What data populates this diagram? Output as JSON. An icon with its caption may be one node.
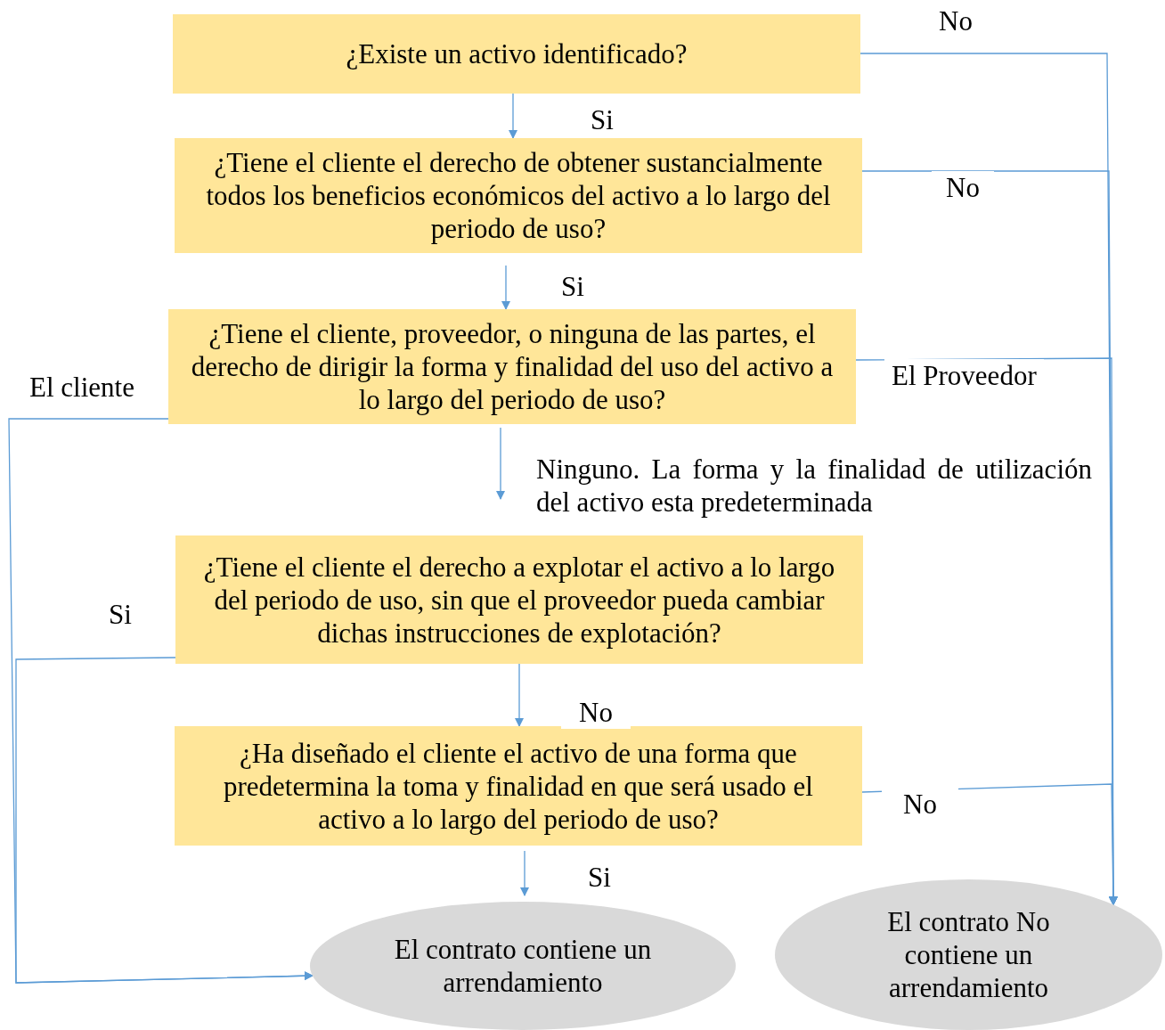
{
  "diagram": {
    "nodes": [
      {
        "text": [
          "¿Existe un activo identificado?"
        ]
      },
      {
        "text": [
          "¿Tiene el cliente el derecho de obtener sustancialmente todos los beneficios económicos del activo a lo largo del periodo de uso?"
        ]
      },
      {
        "text": [
          "¿Tiene el cliente, proveedor, o ninguna de las partes, el derecho de dirigir la forma y finalidad del uso del activo a lo largo del periodo de uso?"
        ]
      },
      {
        "text": [
          "¿Tiene el cliente el derecho a explotar el activo a lo largo del periodo de uso, sin que el proveedor pueda cambiar dichas instrucciones de explotación?"
        ]
      },
      {
        "text": [
          "¿Ha diseñado el cliente el activo de una forma que predetermina la toma y finalidad en que será usado el activo a lo largo del periodo de uso?"
        ]
      },
      {
        "text": [
          "El contrato contiene un arrendamiento"
        ]
      },
      {
        "text": [
          "El contrato No contiene un arrendamiento"
        ]
      }
    ],
    "edges": [
      {
        "from": 0,
        "to": 1,
        "arrow": "to",
        "label": "Si"
      },
      {
        "from": 1,
        "to": 2,
        "arrow": "to",
        "label": "Si"
      },
      {
        "from": 2,
        "to": 3,
        "arrow": "to",
        "label": "Ninguno. La forma y la finalidad de utilización del activo esta predeterminada"
      },
      {
        "from": 3,
        "to": 4,
        "arrow": "to",
        "label": "No"
      },
      {
        "from": 4,
        "to": 5,
        "arrow": "to",
        "label": "Si"
      },
      {
        "from": 0,
        "to": 6,
        "arrow": "to",
        "label": "No"
      },
      {
        "from": 1,
        "to": 6,
        "arrow": "to",
        "label": "No"
      },
      {
        "from": 2,
        "to": 6,
        "arrow": "to",
        "label": "El Proveedor"
      },
      {
        "from": 4,
        "to": 6,
        "arrow": "to",
        "label": "No"
      },
      {
        "from": 2,
        "to": 5,
        "arrow": "to",
        "label": "El cliente"
      },
      {
        "from": 3,
        "to": 5,
        "arrow": "to",
        "label": "Si"
      }
    ]
  }
}
